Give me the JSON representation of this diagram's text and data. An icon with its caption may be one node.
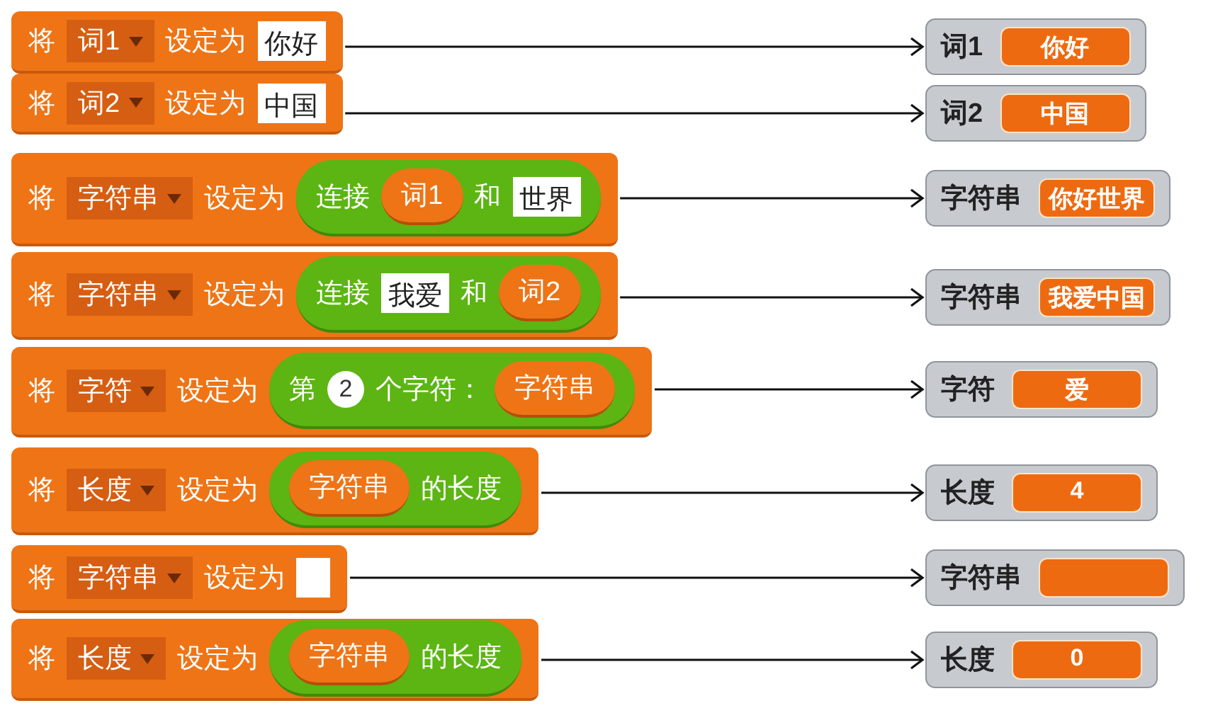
{
  "diagram": {
    "nodes": [
      {
        "text": [
          "将",
          "词1",
          "设定为",
          "你好"
        ]
      },
      {
        "text": [
          "词1",
          "你好"
        ]
      },
      {
        "text": [
          "将",
          "词2",
          "设定为",
          "中国"
        ]
      },
      {
        "text": [
          "词2",
          "中国"
        ]
      },
      {
        "text": [
          "将",
          "字符串",
          "设定为"
        ]
      },
      {
        "text": [
          "连接",
          "和",
          "世界"
        ],
        "in": 4
      },
      {
        "text": [
          "词1"
        ],
        "in": 5
      },
      {
        "text": [
          "字符串",
          "你好世界"
        ]
      },
      {
        "text": [
          "将",
          "字符串",
          "设定为"
        ]
      },
      {
        "text": [
          "连接",
          "我爱",
          "和"
        ],
        "in": 8
      },
      {
        "text": [
          "词2"
        ],
        "in": 9
      },
      {
        "text": [
          "字符串",
          "我爱中国"
        ]
      },
      {
        "text": [
          "将",
          "字符",
          "设定为"
        ]
      },
      {
        "text": [
          "第",
          "2",
          "个字符："
        ],
        "in": 12
      },
      {
        "text": [
          "字符串"
        ],
        "in": 13
      },
      {
        "text": [
          "字符",
          "爱"
        ]
      },
      {
        "text": [
          "将",
          "长度",
          "设定为"
        ]
      },
      {
        "text": [
          "的长度"
        ],
        "in": 16
      },
      {
        "text": [
          "字符串"
        ],
        "in": 17
      },
      {
        "text": [
          "长度",
          "4"
        ]
      },
      {
        "text": [
          "将",
          "字符串",
          "设定为"
        ]
      },
      {
        "text": [
          "字符串"
        ]
      },
      {
        "text": [
          "将",
          "长度",
          "设定为"
        ]
      },
      {
        "text": [
          "的长度"
        ],
        "in": 22
      },
      {
        "text": [
          "字符串"
        ],
        "in": 23
      },
      {
        "text": [
          "长度",
          "0"
        ]
      }
    ],
    "edges": [
      {
        "from": 0,
        "to": 1,
        "arrow": "to"
      },
      {
        "from": 2,
        "to": 3,
        "arrow": "to"
      },
      {
        "from": 4,
        "to": 7,
        "arrow": "to"
      },
      {
        "from": 8,
        "to": 11,
        "arrow": "to"
      },
      {
        "from": 12,
        "to": 15,
        "arrow": "to"
      },
      {
        "from": 16,
        "to": 19,
        "arrow": "to"
      },
      {
        "from": 20,
        "to": 21,
        "arrow": "to"
      },
      {
        "from": 22,
        "to": 25,
        "arrow": "to"
      }
    ]
  }
}
